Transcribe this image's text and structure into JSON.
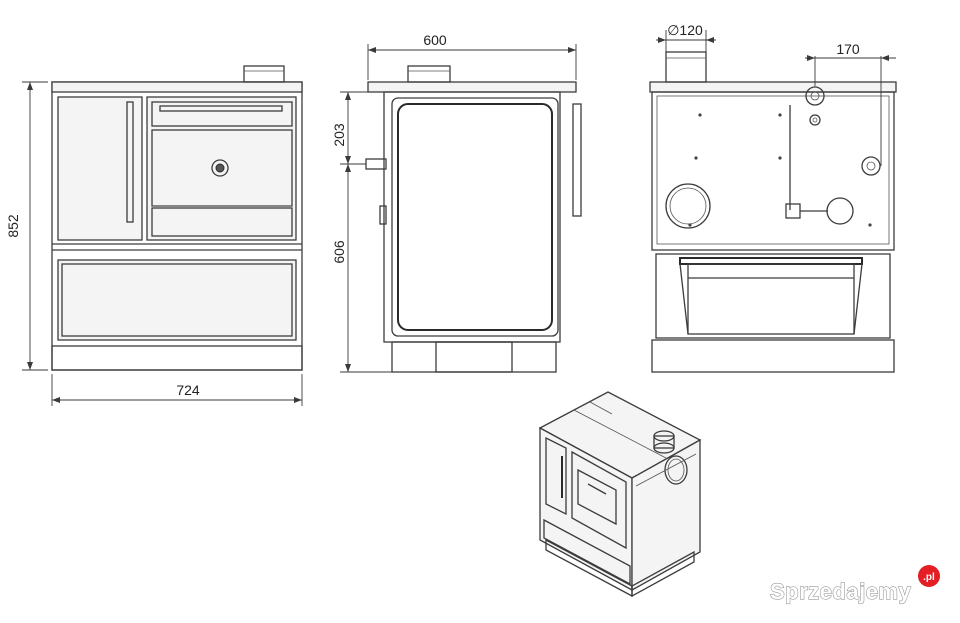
{
  "dimensions": {
    "front_height": "852",
    "front_width": "724",
    "side_width": "600",
    "side_upper_height": "203",
    "side_lower_height": "606",
    "flue_diameter": "∅120",
    "flue_offset": "170"
  },
  "watermark": {
    "brand": "Sprzedajemy",
    "suffix": ".pl"
  },
  "colors": {
    "line": "#3c3c3c",
    "panel_fill": "#f4f4f4",
    "watermark_badge": "#e31e24"
  }
}
